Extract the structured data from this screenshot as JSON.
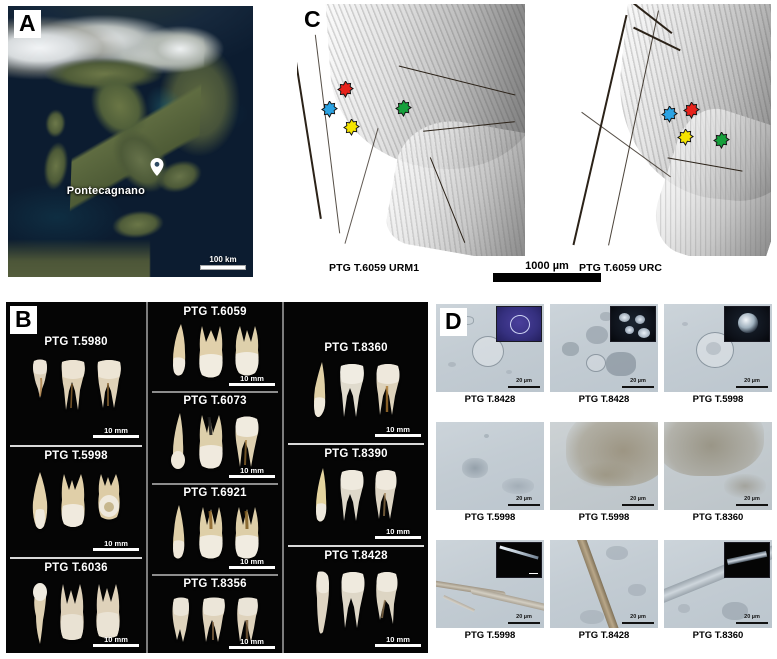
{
  "figure": {
    "panels": [
      "A",
      "B",
      "C",
      "D"
    ]
  },
  "panel_a": {
    "letter": "A",
    "type": "satellite-map",
    "place_label": "Pontecagnano",
    "pin_icon": "map-pin-icon",
    "scale_bar": "100 km"
  },
  "panel_c": {
    "letter": "C",
    "type": "thin-section-micrograph",
    "scale_bar": "1000 µm",
    "sections": [
      {
        "caption": "PTG T.6059 URM1",
        "markers": [
          {
            "color_name": "red",
            "color": "#e8231c",
            "x": 46,
            "y": 46
          },
          {
            "color_name": "blue",
            "color": "#2ba3e3",
            "x": 32,
            "y": 59
          },
          {
            "color_name": "yellow",
            "color": "#f5e400",
            "x": 49,
            "y": 70
          },
          {
            "color_name": "green",
            "color": "#16a03c",
            "x": 67,
            "y": 58
          }
        ]
      },
      {
        "caption": "PTG T.6059 URC",
        "markers": [
          {
            "color_name": "blue",
            "color": "#2ba3e3",
            "x": 57,
            "y": 63
          },
          {
            "color_name": "red",
            "color": "#e8231c",
            "x": 70,
            "y": 61
          },
          {
            "color_name": "yellow",
            "color": "#f5e400",
            "x": 67,
            "y": 77
          },
          {
            "color_name": "green",
            "color": "#16a03c",
            "x": 83,
            "y": 79
          }
        ]
      }
    ]
  },
  "panel_b": {
    "letter": "B",
    "type": "tooth-specimen-plate",
    "scale_bar": "10 mm",
    "columns": [
      {
        "specimens": [
          {
            "label": "PTG T.5980",
            "scale": "10 mm",
            "teeth": [
              "premolar",
              "molar",
              "molar"
            ]
          },
          {
            "label": "PTG T.5998",
            "scale": "10 mm",
            "teeth": [
              "canine",
              "molar",
              "molar"
            ]
          },
          {
            "label": "PTG T.6036",
            "scale": "10 mm",
            "teeth": [
              "canine",
              "molar",
              "molar"
            ]
          }
        ]
      },
      {
        "specimens": [
          {
            "label": "PTG T.6059",
            "scale": "10 mm",
            "teeth": [
              "canine",
              "molar",
              "molar"
            ]
          },
          {
            "label": "PTG T.6073",
            "scale": "10 mm",
            "teeth": [
              "canine",
              "molar",
              "molar"
            ]
          },
          {
            "label": "PTG T.6921",
            "scale": "10 mm",
            "teeth": [
              "canine",
              "molar",
              "molar"
            ]
          },
          {
            "label": "PTG T.8356",
            "scale": "10 mm",
            "teeth": [
              "molar",
              "molar",
              "molar"
            ]
          }
        ]
      },
      {
        "specimens": [
          {
            "label": "PTG T.8360",
            "scale": "10 mm",
            "teeth": [
              "canine",
              "molar",
              "molar"
            ]
          },
          {
            "label": "PTG T.8390",
            "scale": "10 mm",
            "teeth": [
              "canine",
              "molar",
              "molar"
            ]
          },
          {
            "label": "PTG T.8428",
            "scale": "10 mm",
            "teeth": [
              "canine",
              "molar",
              "molar"
            ]
          }
        ]
      }
    ]
  },
  "panel_d": {
    "letter": "D",
    "type": "microremains-micrograph-grid",
    "cells": [
      {
        "label": "PTG T.8428",
        "scale": "20 µm",
        "content": "starch-granule",
        "inset": "violet"
      },
      {
        "label": "PTG T.8428",
        "scale": "20 µm",
        "content": "starch-granule-cluster",
        "inset": "dark"
      },
      {
        "label": "PTG T.5998",
        "scale": "20 µm",
        "content": "starch-granule",
        "inset": "dark"
      },
      {
        "label": "PTG T.5998",
        "scale": "20 µm",
        "content": "debris-cluster",
        "inset": "none"
      },
      {
        "label": "PTG T.5998",
        "scale": "20 µm",
        "content": "debris-mass",
        "inset": "none"
      },
      {
        "label": "PTG T.8360",
        "scale": "20 µm",
        "content": "debris-mass",
        "inset": "none"
      },
      {
        "label": "PTG T.5998",
        "scale": "20 µm",
        "content": "plant-fiber",
        "inset": "black"
      },
      {
        "label": "PTG T.8428",
        "scale": "20 µm",
        "content": "plant-fiber",
        "inset": "none"
      },
      {
        "label": "PTG T.8360",
        "scale": "20 µm",
        "content": "plant-fiber",
        "inset": "black"
      }
    ]
  }
}
